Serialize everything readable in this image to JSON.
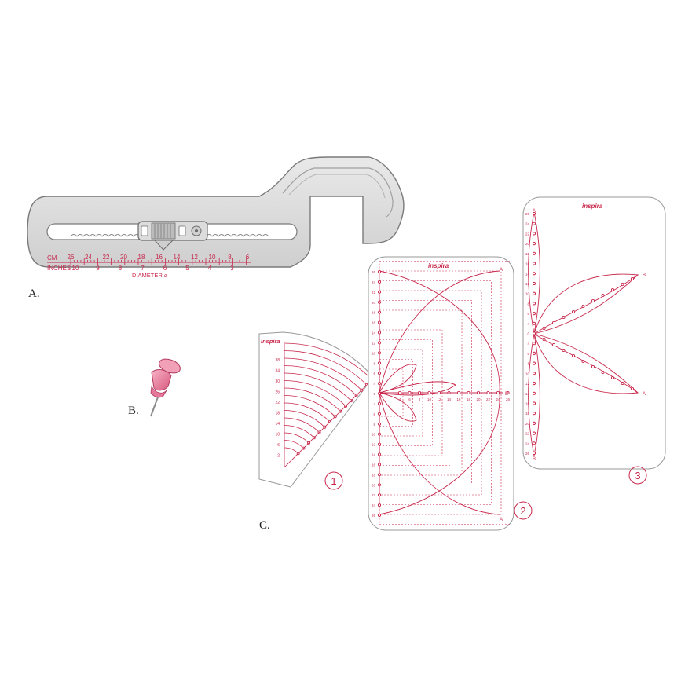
{
  "labels": {
    "a": "A.",
    "b": "B.",
    "c": "C."
  },
  "ruler": {
    "cm_label": "CM",
    "inches_label": "INCHES",
    "diameter_label": "DIAMETER ⌀",
    "cm_ticks": [
      "26",
      "24",
      "22",
      "20",
      "18",
      "16",
      "14",
      "12",
      "10",
      "8",
      "6"
    ],
    "inch_ticks": [
      "10",
      "9",
      "8",
      "7",
      "6",
      "5",
      "4",
      "3"
    ]
  },
  "templates": {
    "brand": "inspira",
    "t1_numbers": [
      "38",
      "34",
      "30",
      "26",
      "22",
      "18",
      "14",
      "10",
      "6",
      "2"
    ],
    "t1_number": "1",
    "t2_number": "2",
    "t3_number": "3",
    "t2_left_numbers": [
      "26",
      "24",
      "22",
      "20",
      "18",
      "16",
      "14",
      "12",
      "10",
      "8",
      "6",
      "4",
      "0",
      "4",
      "6",
      "8",
      "10",
      "12",
      "14",
      "16",
      "18",
      "20",
      "22",
      "24",
      "26"
    ],
    "t2_center_numbers": [
      "4",
      "6",
      "8",
      "10",
      "12",
      "14",
      "16",
      "18",
      "20",
      "22",
      "24",
      "26"
    ],
    "t3_left_numbers": [
      "26",
      "24",
      "22",
      "20",
      "18",
      "16",
      "14",
      "12",
      "10",
      "8",
      "6",
      "4",
      "0",
      "4",
      "6",
      "8",
      "10",
      "12",
      "14",
      "16",
      "18",
      "20",
      "22",
      "24",
      "26"
    ],
    "letter_a": "A",
    "letter_b": "B",
    "letter_d": "D"
  },
  "colors": {
    "metal": "#d9d9d9",
    "metal_edge": "#7a7a7a",
    "accent": "#c8284c",
    "pin": "#e87a9a"
  }
}
